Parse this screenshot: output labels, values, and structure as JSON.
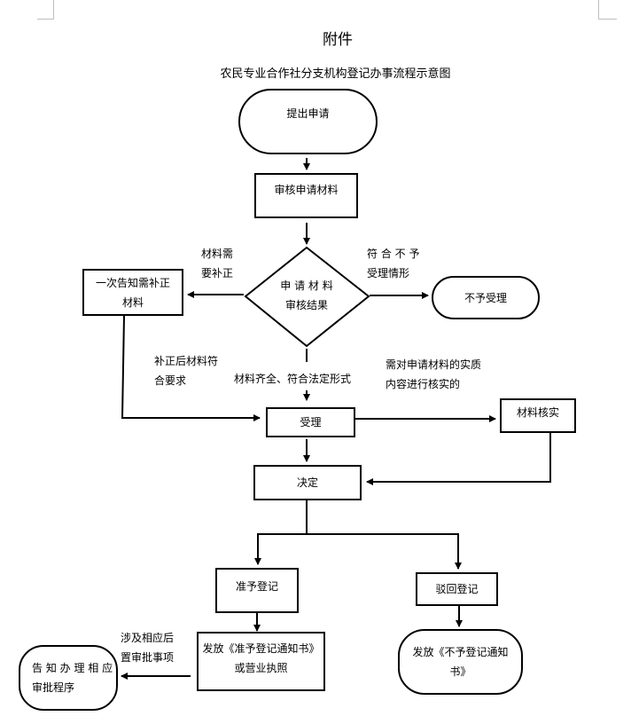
{
  "document": {
    "attachment_label": "附件",
    "title": "农民专业合作社分支机构登记办事流程示意图"
  },
  "nodes": {
    "submit_application": "提出申请",
    "review_materials": "审核申请材料",
    "review_result_line1": "申 请 材 料",
    "review_result_line2": "审核结果",
    "notify_correction_line1": "一次告知需补正",
    "notify_correction_line2": "材料",
    "reject_acceptance": "不予受理",
    "accept": "受理",
    "verify_materials": "材料核实",
    "decision": "决定",
    "approve_registration": "准予登记",
    "reject_registration": "驳回登记",
    "issue_license_line1": "发放《准予登记通知书》",
    "issue_license_line2": "或营业执照",
    "issue_rejection_line1": "发放《不予登记通知",
    "issue_rejection_line2": "书》",
    "notify_approval_line1": "告 知 办 理 相 应",
    "notify_approval_line2": "审批程序"
  },
  "edge_labels": {
    "needs_correction_line1": "材料需",
    "needs_correction_line2": "要补正",
    "not_accept_line1": "符 合 不 予",
    "not_accept_line2": "受理情形",
    "corrected_line1": "补正后材料符",
    "corrected_line2": "合要求",
    "complete": "材料齐全、符合法定形式",
    "need_verify_line1": "需对申请材料的实质",
    "need_verify_line2": "内容进行核实的",
    "post_approval_line1": "涉及相应后",
    "post_approval_line2": "置审批事项"
  }
}
